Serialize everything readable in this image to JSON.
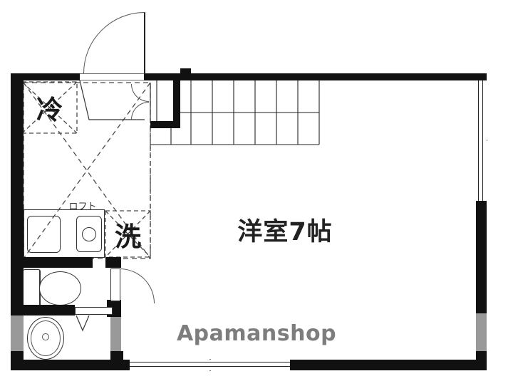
{
  "plan": {
    "type": "apartment-floor-plan",
    "labels": {
      "refrigerator": "冷",
      "washing_machine": "洗",
      "loft": "ロフト",
      "main_room": "洋室7帖",
      "watermark": "Apamanshop"
    },
    "rooms": [
      {
        "name": "western-room",
        "size_label": "洋室7帖"
      },
      {
        "name": "kitchen-corridor",
        "features": [
          "sink",
          "single-burner-stove",
          "refrigerator-space",
          "washer-space",
          "loft-above"
        ]
      },
      {
        "name": "toilet"
      },
      {
        "name": "bathroom",
        "features": [
          "oval-tub",
          "bifold-door"
        ]
      },
      {
        "name": "entrance"
      },
      {
        "name": "staircase"
      }
    ],
    "colors": {
      "wall": "#111111",
      "wall_gray": "#999999",
      "line": "#333333",
      "dashed_line": "#4a4a4a",
      "watermark_text": "#7d7d7d",
      "background": "#ffffff"
    }
  }
}
